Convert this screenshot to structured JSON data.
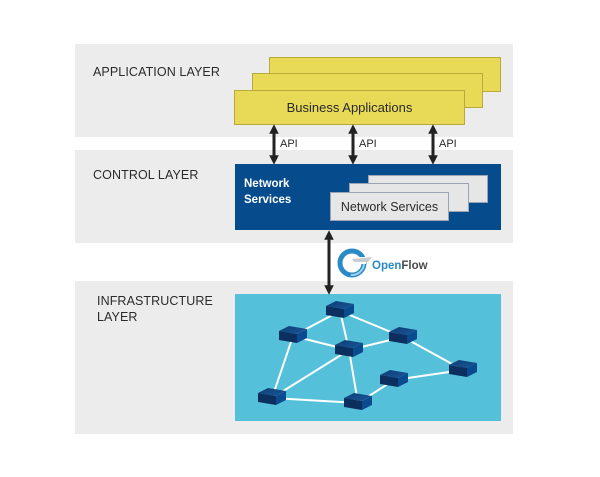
{
  "layers": {
    "application": {
      "label": "APPLICATION LAYER",
      "box_label": "Business Applications"
    },
    "control": {
      "label": "CONTROL LAYER",
      "box_title_line1": "Network",
      "box_title_line2": "Services",
      "inner_box_label": "Network Services"
    },
    "infrastructure": {
      "label_line1": "INFRASTRUCTURE",
      "label_line2": "LAYER"
    }
  },
  "api_links": [
    {
      "label": "API"
    },
    {
      "label": "API"
    },
    {
      "label": "API"
    }
  ],
  "protocol": {
    "name_part1": "Open",
    "name_part2": "Flow",
    "icon": "openflow-logo-icon"
  },
  "network": {
    "nodes": [
      {
        "id": "n1",
        "icon": "network-switch-icon"
      },
      {
        "id": "n2",
        "icon": "network-switch-icon"
      },
      {
        "id": "n3",
        "icon": "network-switch-icon"
      },
      {
        "id": "n4",
        "icon": "network-switch-icon"
      },
      {
        "id": "n5",
        "icon": "network-switch-icon"
      },
      {
        "id": "n6",
        "icon": "network-switch-icon"
      },
      {
        "id": "n7",
        "icon": "network-switch-icon"
      },
      {
        "id": "n8",
        "icon": "network-switch-icon"
      }
    ],
    "links": [
      [
        "n1",
        "n2"
      ],
      [
        "n1",
        "n3"
      ],
      [
        "n1",
        "n4"
      ],
      [
        "n2",
        "n3"
      ],
      [
        "n3",
        "n4"
      ],
      [
        "n4",
        "n5"
      ],
      [
        "n2",
        "n7"
      ],
      [
        "n3",
        "n7"
      ],
      [
        "n3",
        "n8"
      ],
      [
        "n7",
        "n8"
      ],
      [
        "n8",
        "n6"
      ],
      [
        "n6",
        "n5"
      ]
    ]
  },
  "colors": {
    "band": "#ececec",
    "app_box": "#e8d957",
    "control_box": "#064b8c",
    "infra_box": "#55c0d9",
    "switch": "#0a4a8f",
    "openflow_blue": "#2a8ac8",
    "openflow_grey": "#4a4a4a"
  }
}
